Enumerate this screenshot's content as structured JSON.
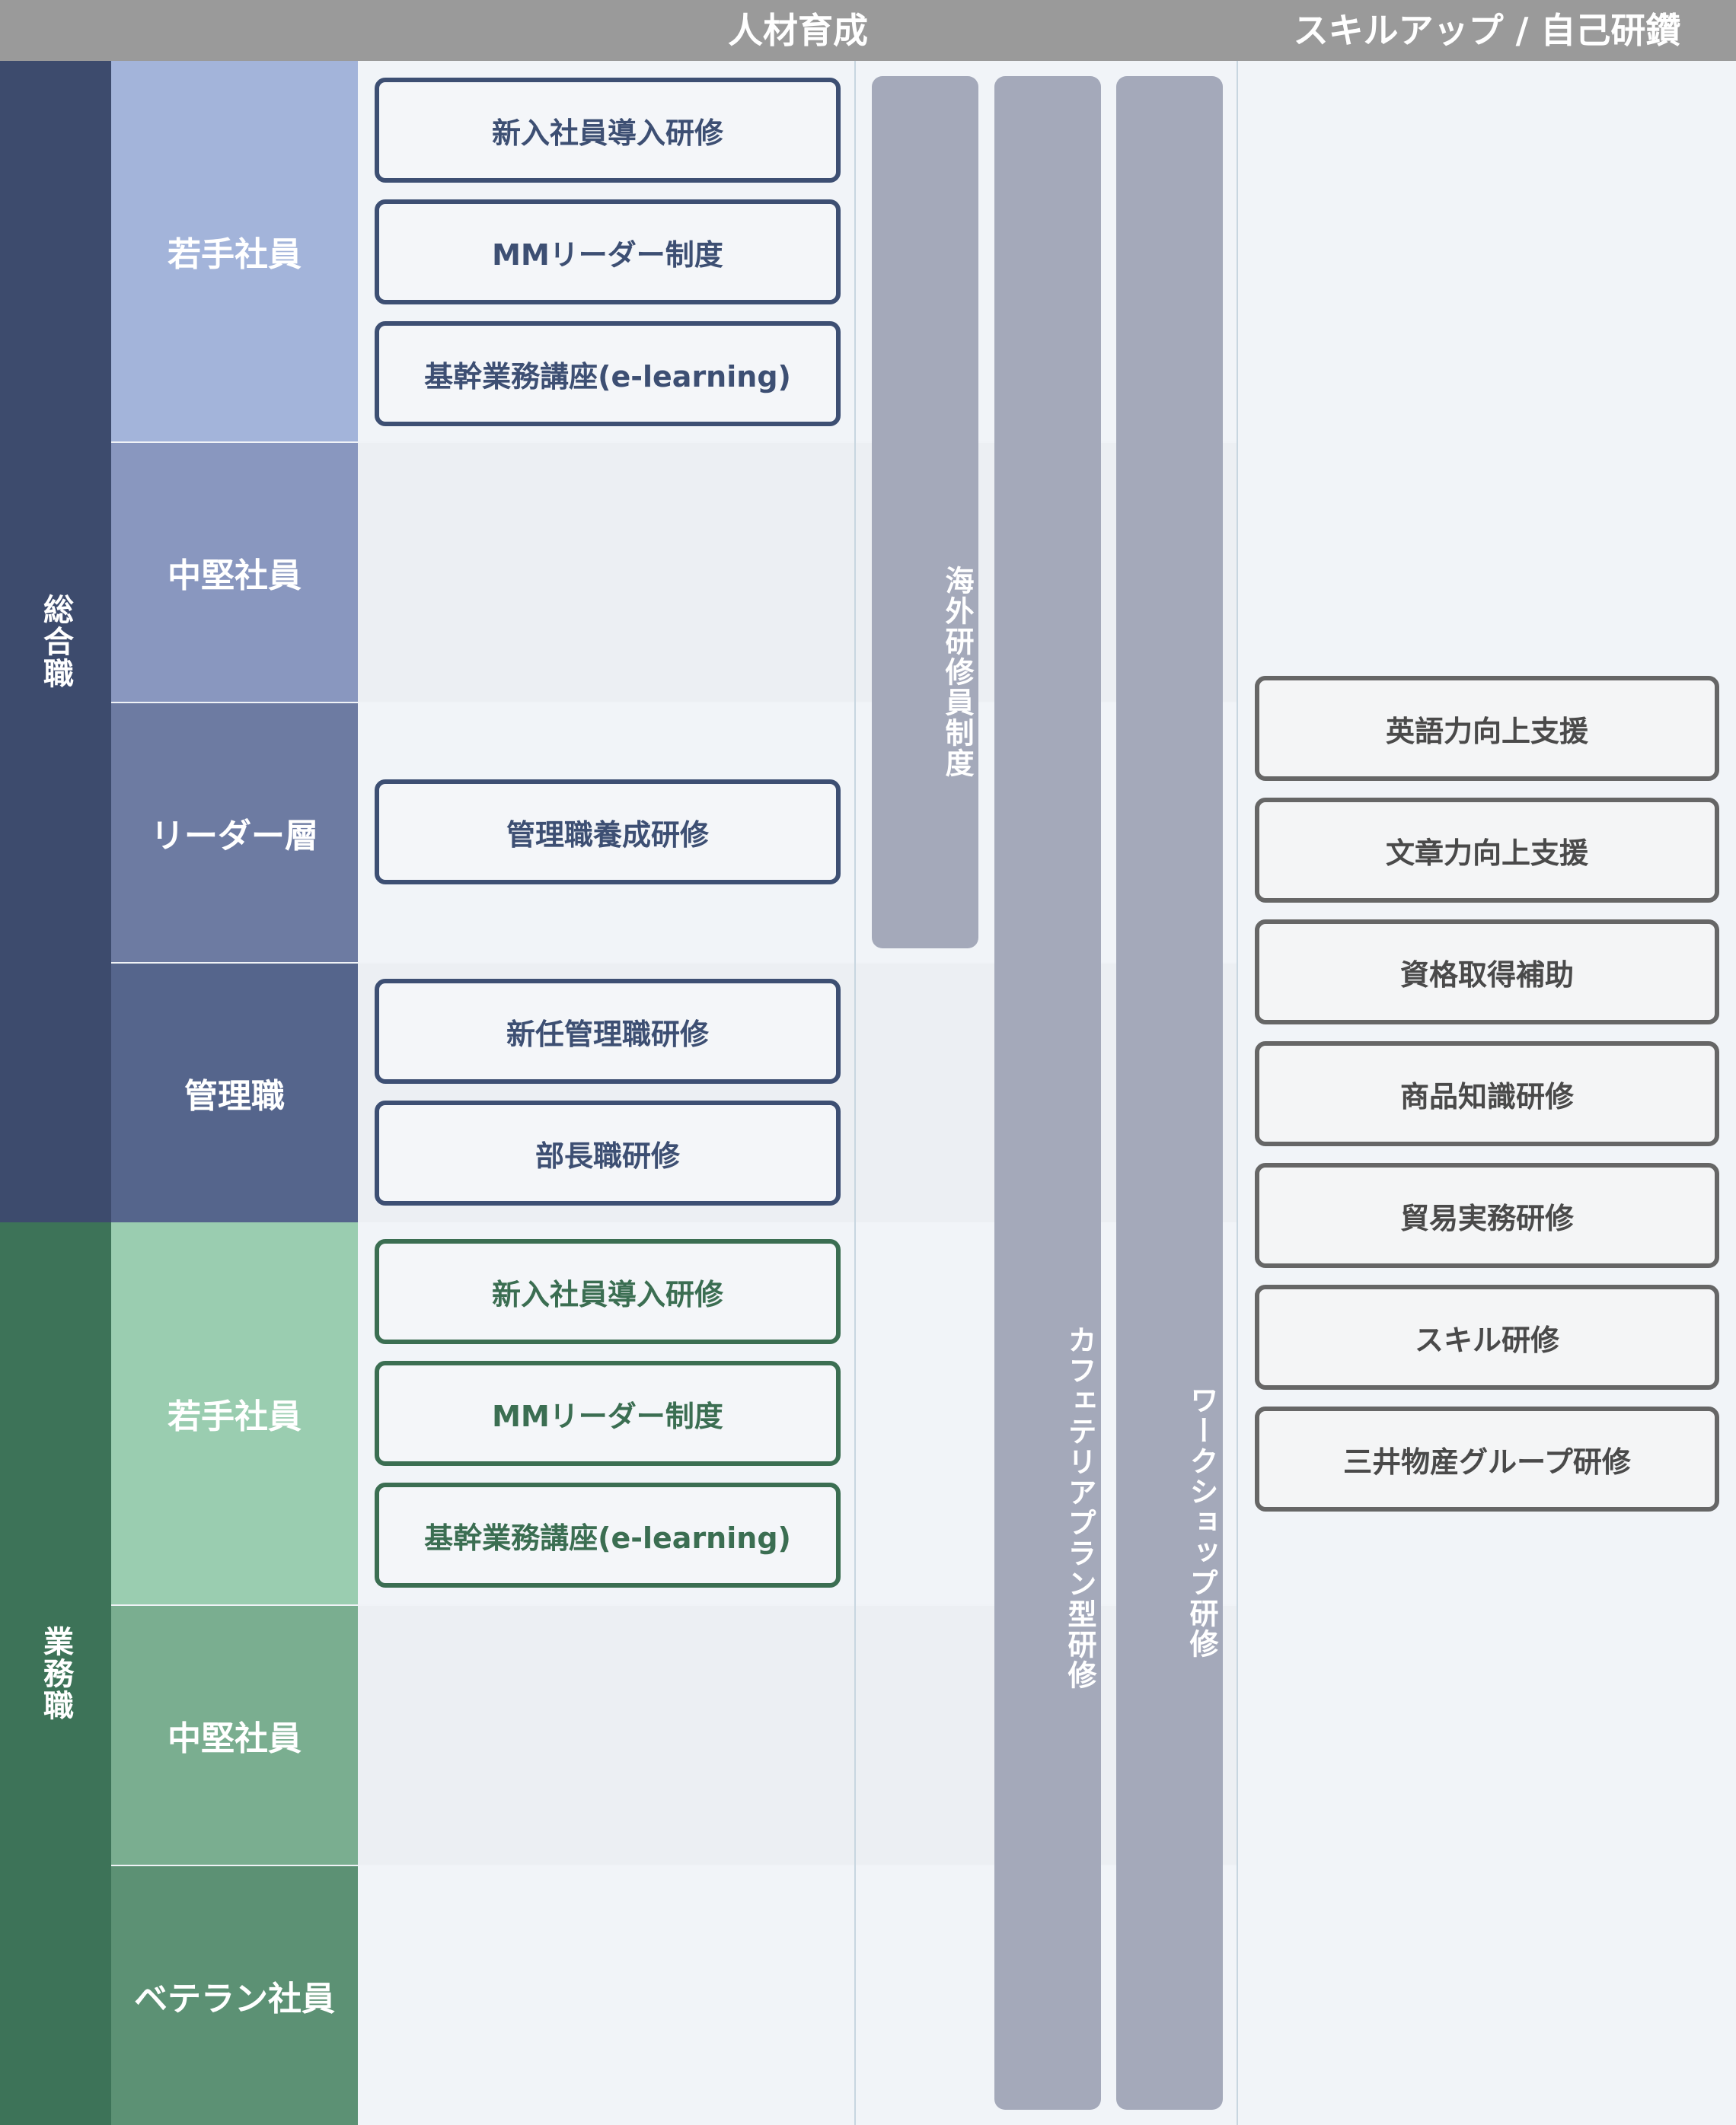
{
  "header": {
    "development_title": "人材育成",
    "skillup_title": "スキルアップ / 自己研鑽"
  },
  "categories": {
    "general": "総合職",
    "business": "業務職"
  },
  "levels": {
    "general": [
      "若手社員",
      "中堅社員",
      "リーダー層",
      "管理職"
    ],
    "business": [
      "若手社員",
      "中堅社員",
      "ベテラン社員"
    ]
  },
  "programs": {
    "general_young": [
      "新入社員導入研修",
      "MMリーダー制度",
      "基幹業務講座(e-learning)"
    ],
    "general_leader": [
      "管理職養成研修"
    ],
    "general_manager": [
      "新任管理職研修",
      "部長職研修"
    ],
    "business_young": [
      "新入社員導入研修",
      "MMリーダー制度",
      "基幹業務講座(e-learning)"
    ]
  },
  "vertical_programs": [
    "海外研修員制度",
    "カフェテリアプラン型研修",
    "ワークショップ研修"
  ],
  "skillup_programs": [
    "英語力向上支援",
    "文章力向上支援",
    "資格取得補助",
    "商品知識研修",
    "貿易実務研修",
    "スキル研修",
    "三井物産グループ研修"
  ],
  "colors": {
    "header": "#9a9a9a",
    "general_category": "#3d4b6d",
    "business_category": "#3d7358",
    "general_levels": [
      "#a3b4da",
      "#8997bf",
      "#6d7ba2",
      "#55658c"
    ],
    "business_levels": [
      "#9acdb0",
      "#7aae90",
      "#5c9174"
    ],
    "vertical_bar": "#a4a9ba"
  }
}
